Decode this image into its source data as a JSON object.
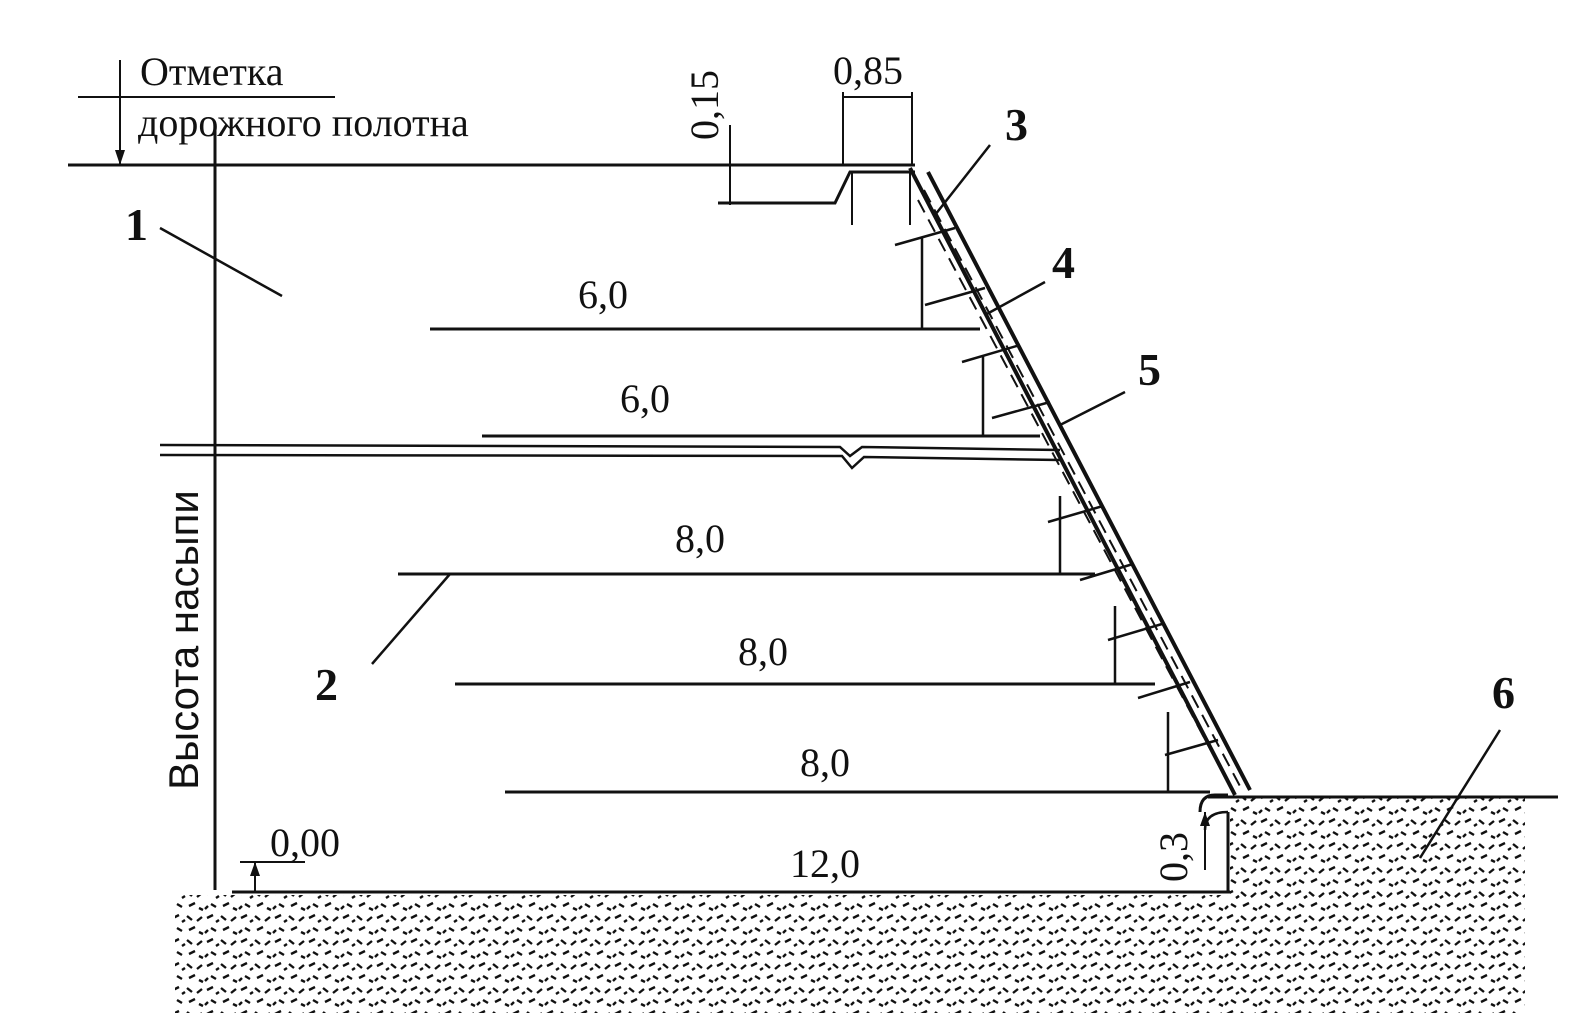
{
  "diagram": {
    "top_label_line1": "Отметка",
    "top_label_line2": "дорожного полотна",
    "side_label": "Высота насыпи",
    "base_level": "0,00",
    "dim_parapet_height": "0,15",
    "dim_parapet_width": "0,85",
    "dim_footing_height": "0,3",
    "reinforcement_lengths": {
      "first": "6,0",
      "second": "6,0",
      "third": "8,0",
      "fourth": "8,0",
      "fifth": "8,0",
      "bottom": "12,0"
    },
    "callouts": {
      "c1": "1",
      "c2": "2",
      "c3": "3",
      "c4": "4",
      "c5": "5",
      "c6": "6"
    },
    "colors": {
      "ink": "#111111",
      "background": "#ffffff"
    }
  }
}
